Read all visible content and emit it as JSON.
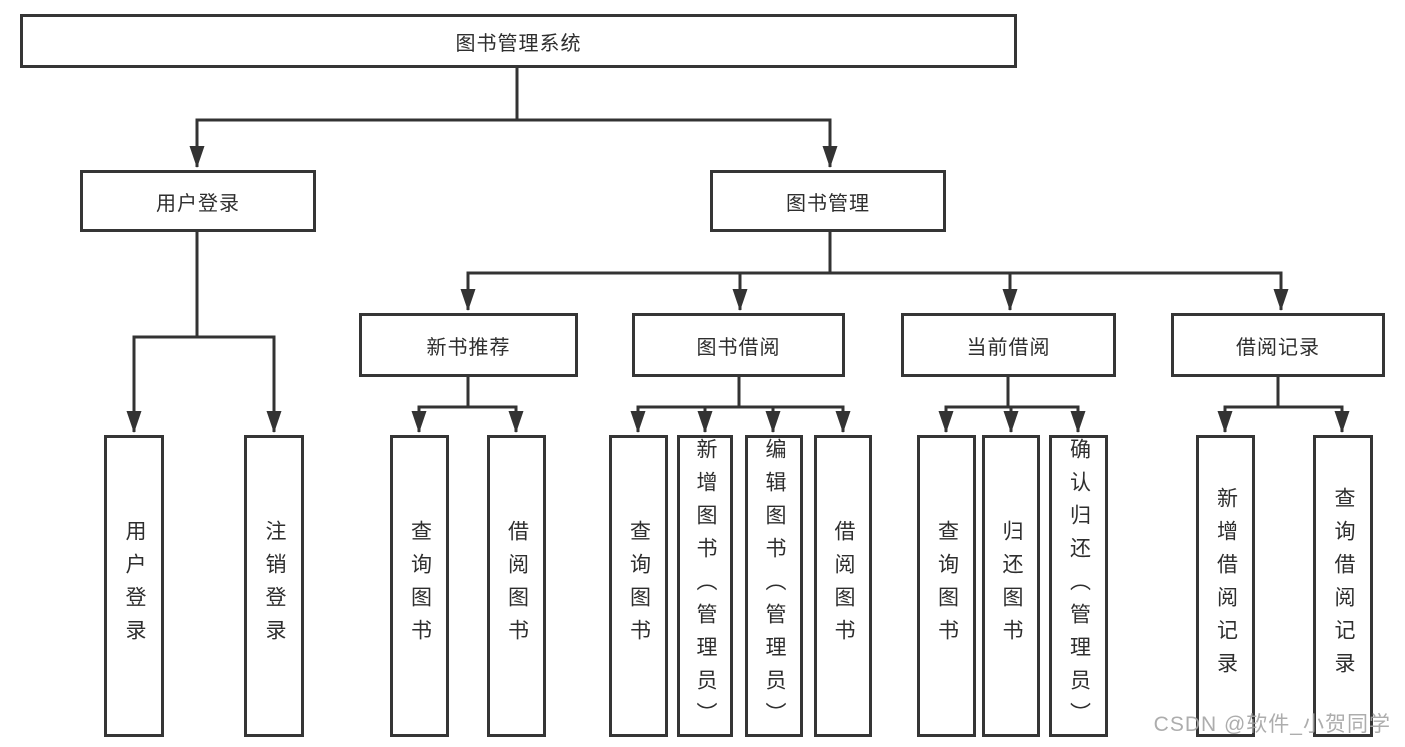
{
  "diagram": {
    "root": {
      "label": "图书管理系统"
    },
    "level2": [
      {
        "id": "user-login",
        "label": "用户登录",
        "parent": "图书管理系统"
      },
      {
        "id": "book-management",
        "label": "图书管理",
        "parent": "图书管理系统"
      }
    ],
    "level3": [
      {
        "id": "new-book-recommend",
        "label": "新书推荐",
        "parent": "图书管理"
      },
      {
        "id": "book-borrow",
        "label": "图书借阅",
        "parent": "图书管理"
      },
      {
        "id": "current-borrow",
        "label": "当前借阅",
        "parent": "图书管理"
      },
      {
        "id": "borrow-record",
        "label": "借阅记录",
        "parent": "图书管理"
      }
    ],
    "leaves": [
      {
        "id": "leaf-user-login",
        "label": "用户登录",
        "parent": "用户登录"
      },
      {
        "id": "leaf-logout",
        "label": "注销登录",
        "parent": "用户登录"
      },
      {
        "id": "leaf-nb-query",
        "label": "查询图书",
        "parent": "新书推荐"
      },
      {
        "id": "leaf-nb-borrow",
        "label": "借阅图书",
        "parent": "新书推荐"
      },
      {
        "id": "leaf-bb-query",
        "label": "查询图书",
        "parent": "图书借阅"
      },
      {
        "id": "leaf-bb-add",
        "label": "新增图书（管理员）",
        "parent": "图书借阅"
      },
      {
        "id": "leaf-bb-edit",
        "label": "编辑图书（管理员）",
        "parent": "图书借阅"
      },
      {
        "id": "leaf-bb-borrow",
        "label": "借阅图书",
        "parent": "图书借阅"
      },
      {
        "id": "leaf-cb-query",
        "label": "查询图书",
        "parent": "当前借阅"
      },
      {
        "id": "leaf-cb-return",
        "label": "归还图书",
        "parent": "当前借阅"
      },
      {
        "id": "leaf-cb-confirm",
        "label": "确认归还（管理员）",
        "parent": "当前借阅"
      },
      {
        "id": "leaf-br-add",
        "label": "新增借阅记录",
        "parent": "借阅记录"
      },
      {
        "id": "leaf-br-query",
        "label": "查询借阅记录",
        "parent": "借阅记录"
      }
    ],
    "line_color": "#333333"
  },
  "watermark": {
    "text": "CSDN @软件_小贺同学",
    "color": "#a4a4a4"
  }
}
